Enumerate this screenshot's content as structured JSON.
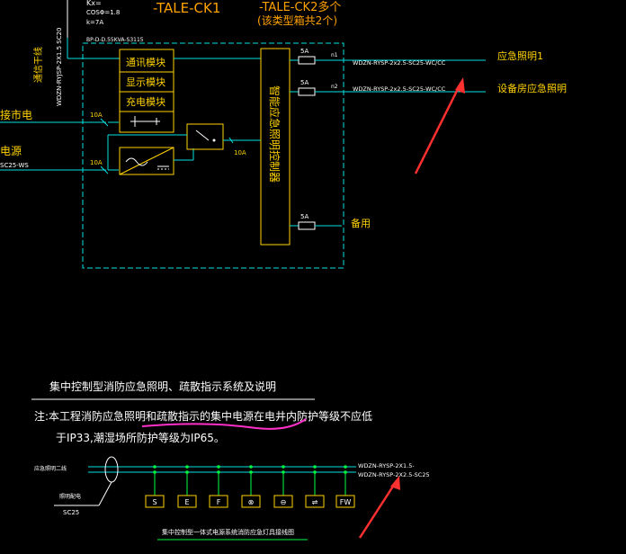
{
  "top": {
    "kx": "Kx=",
    "cos": "COSΦ=1.8",
    "k": "k=7A",
    "box1_title": "-TALE-CK1",
    "box2_title": "-TALE-CK2多个",
    "box2_sub": "(该类型箱共2个)"
  },
  "left_labels": {
    "comm_trunk": "通信干线",
    "comm_cable": "WDZN-RYJSP-2X1.5 SC20",
    "power1": "接市电",
    "power2": "电源",
    "power2_cable": "SC25-WS"
  },
  "box": {
    "model": "BP-D-D.55KVA-S3115",
    "modules": [
      "通讯模块",
      "显示模块",
      "充电模块"
    ],
    "controller": "智能应急照明控制器",
    "breaker_left_1": "10A",
    "breaker_left_2": "10A",
    "breaker_mid": "10A"
  },
  "circuits": [
    {
      "breaker": "5A",
      "id": "n1",
      "cable": "WDZN-RYSP-2x2.5-SC25-WC/CC",
      "dest": "应急照明1"
    },
    {
      "breaker": "5A",
      "id": "n2",
      "cable": "WDZN-RYSP-2x2.5-SC25-WC/CC",
      "dest": "设备房应急照明"
    },
    {
      "breaker": "5A",
      "id": "",
      "cable": "",
      "dest": "备用"
    }
  ],
  "notes": {
    "heading": "集中控制型消防应急照明、疏散指示系统及说明",
    "line1": "注:本工程消防应急照明和疏散指示的集中电源在电井内防护等级不应低",
    "line2": "于IP33,潮湿场所防护等级为IP65。"
  },
  "bottom": {
    "bus_label": "应急照明二线",
    "left_box_label": "照明配电",
    "left_cable": "SC25",
    "devices": [
      "S",
      "E",
      "F",
      "⊗",
      "⊖",
      "⇌",
      "FW"
    ],
    "cable1": "WDZN-RYSP-2X1.5-",
    "cable2": "WDZN-RYSP-2X2.5-SC25",
    "caption": "集中控制型一体式电源系统消防应急灯具接线图"
  },
  "colors": {
    "cyan": "#00e0e0",
    "yellow": "#ffd200",
    "orange": "#ffa200",
    "white": "#ffffff",
    "green": "#00ff40",
    "red_arrow": "#ff3030",
    "magenta": "#ff30c8"
  }
}
